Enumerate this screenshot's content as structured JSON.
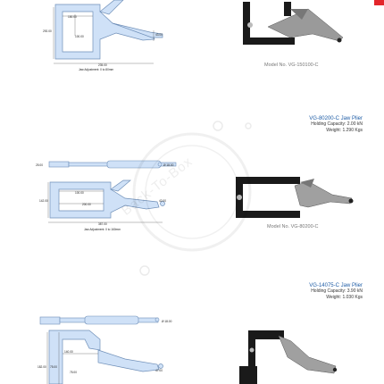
{
  "accent": {
    "brand_red": "#e3262b",
    "title_blue": "#1f5da6",
    "tool_blue": "#cfe1f7",
    "tool_stroke": "#6f8fb8"
  },
  "section1": {
    "dims": [
      "150.00",
      "292.00",
      "100.00",
      "43.00",
      "235.00"
    ],
    "adjustment": "Jaw Adjustment: 0 to 80mm",
    "model": "Model No. VG-150100-C"
  },
  "section2": {
    "title": "VG-80200-C Jaw Plier",
    "capacity": "Holding Capacity: 2.00 kN",
    "weight": "Weight: 1.290 Kgs",
    "dims": [
      "25.00",
      "Ø 18.00",
      "142.00",
      "100.00",
      "200.00",
      "42.00",
      "387.00"
    ],
    "adjustment": "Jaw Adjustment: 0 to 160mm",
    "model": "Model No. VG-80200-C"
  },
  "section3": {
    "title": "VG-14075-C Jaw Plier",
    "capacity": "Holding Capacity: 3.90 kN",
    "weight": "Weight: 1.030 Kgs",
    "dims": [
      "Ø 18.00",
      "140.00",
      "182.00",
      "75.00",
      "75.00",
      "47.00"
    ]
  },
  "watermark": {
    "text": "Back-To-Box"
  },
  "icons": [
    "plier-line-drawing",
    "plier-photo",
    "clamp-photo"
  ]
}
